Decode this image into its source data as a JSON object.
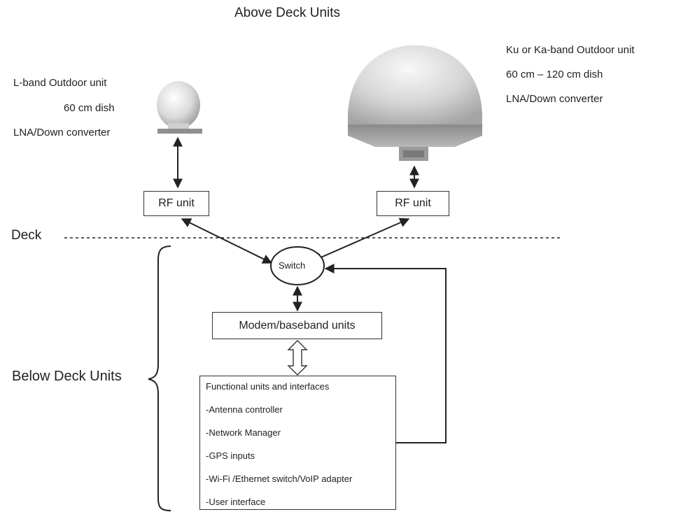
{
  "heading": "Above Deck Units",
  "left_unit": {
    "line1": "L-band Outdoor unit",
    "line2": "60 cm dish",
    "line3": "LNA/Down converter",
    "rf_label": "RF unit"
  },
  "right_unit": {
    "line1": "Ku or  Ka-band Outdoor unit",
    "line2": "60 cm – 120 cm dish",
    "line3": "LNA/Down converter",
    "rf_label": "RF unit"
  },
  "deck_label": "Deck",
  "switch_label": "Switch",
  "modem_label": "Modem/baseband units",
  "below_deck_label": "Below Deck Units",
  "functional": {
    "title": "Functional units and interfaces",
    "items": [
      "-Antenna controller",
      "-Network Manager",
      "-GPS inputs",
      "-Wi-Fi /Ethernet switch/VoIP adapter",
      "-User interface"
    ]
  }
}
